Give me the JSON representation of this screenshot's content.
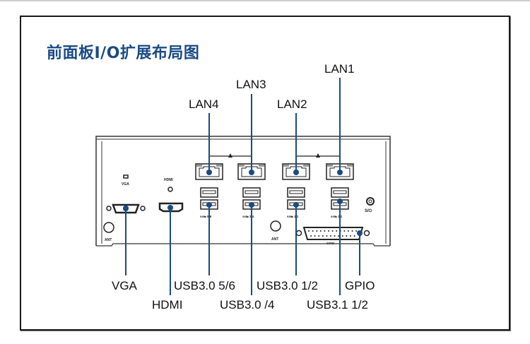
{
  "title": "前面板I/O扩展布局图",
  "colors": {
    "title": "#1a4a86",
    "leader_line": "#1a4a86",
    "panel_line": "#333333"
  },
  "callouts_top": [
    {
      "id": "lan4",
      "label": "LAN4"
    },
    {
      "id": "lan3",
      "label": "LAN3"
    },
    {
      "id": "lan2",
      "label": "LAN2"
    },
    {
      "id": "lan1",
      "label": "LAN1"
    }
  ],
  "callouts_bottom": [
    {
      "id": "vga",
      "label": "VGA"
    },
    {
      "id": "hdmi",
      "label": "HDMI"
    },
    {
      "id": "usb30-56",
      "label": "USB3.0 5/6"
    },
    {
      "id": "usb30-4",
      "label": "USB3.0 /4"
    },
    {
      "id": "usb30-12",
      "label": "USB3.0 1/2"
    },
    {
      "id": "usb31-12",
      "label": "USB3.1 1/2"
    },
    {
      "id": "gpio",
      "label": "GPIO"
    }
  ],
  "panel_marks": {
    "vga": "VGA",
    "hdmi": "HDMI",
    "ant": "ANT",
    "gpio": "GPIO",
    "usb_56": "5/6",
    "usb_34": "3/4",
    "usb_12": "1/2",
    "usb31_12": "1/2",
    "power": "S/⏻"
  }
}
